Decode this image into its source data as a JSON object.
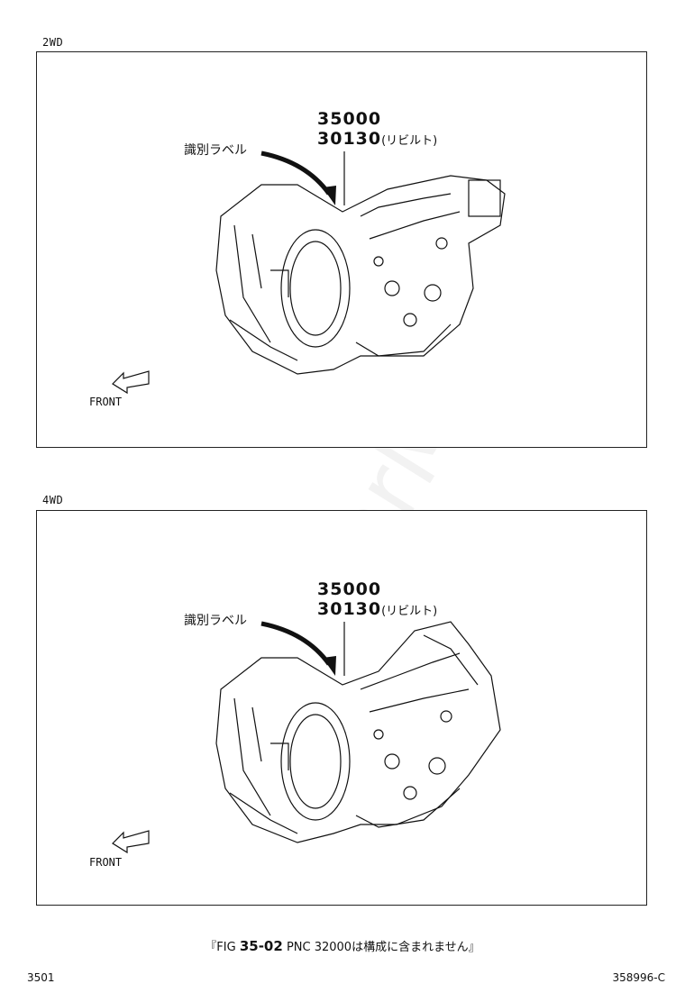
{
  "panels": [
    {
      "label": "2WD",
      "part_number_1": "35000",
      "part_number_2": "30130",
      "rebuilt_note": "(リビルト)",
      "callout": "識別ラベル",
      "front_label": "FRONT"
    },
    {
      "label": "4WD",
      "part_number_1": "35000",
      "part_number_2": "30130",
      "rebuilt_note": "(リビルト)",
      "callout": "識別ラベル",
      "front_label": "FRONT"
    }
  ],
  "caption": {
    "prefix": "『FIG ",
    "fig": "35-02",
    "suffix": " PNC 32000は構成に含まれません』"
  },
  "footer": {
    "left": "3501",
    "right": "358996-C"
  },
  "watermark": "ToyotaCarMine.ru"
}
